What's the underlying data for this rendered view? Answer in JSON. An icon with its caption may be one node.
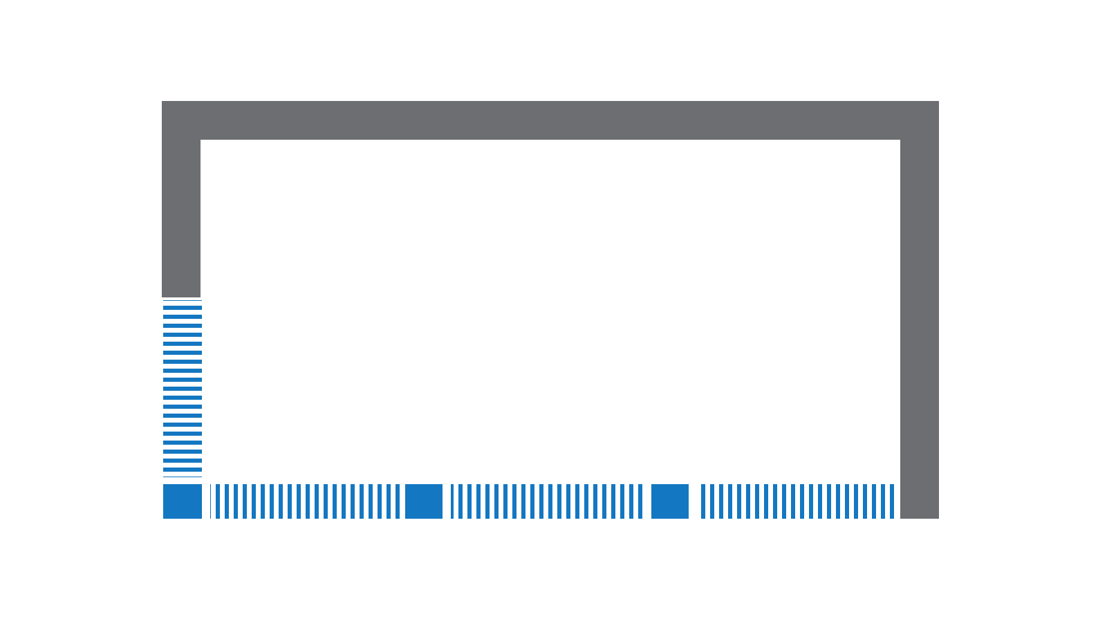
{
  "diagram": {
    "nodes": [
      {
        "text": [],
        "shape": "wall"
      },
      {
        "text": [],
        "shape": "bar"
      },
      {
        "text": [],
        "shape": "box"
      },
      {
        "text": [],
        "shape": "bar"
      },
      {
        "text": [],
        "shape": "box"
      },
      {
        "text": [],
        "shape": "bar"
      },
      {
        "text": [],
        "shape": "box"
      },
      {
        "text": [],
        "shape": "bar"
      }
    ]
  }
}
